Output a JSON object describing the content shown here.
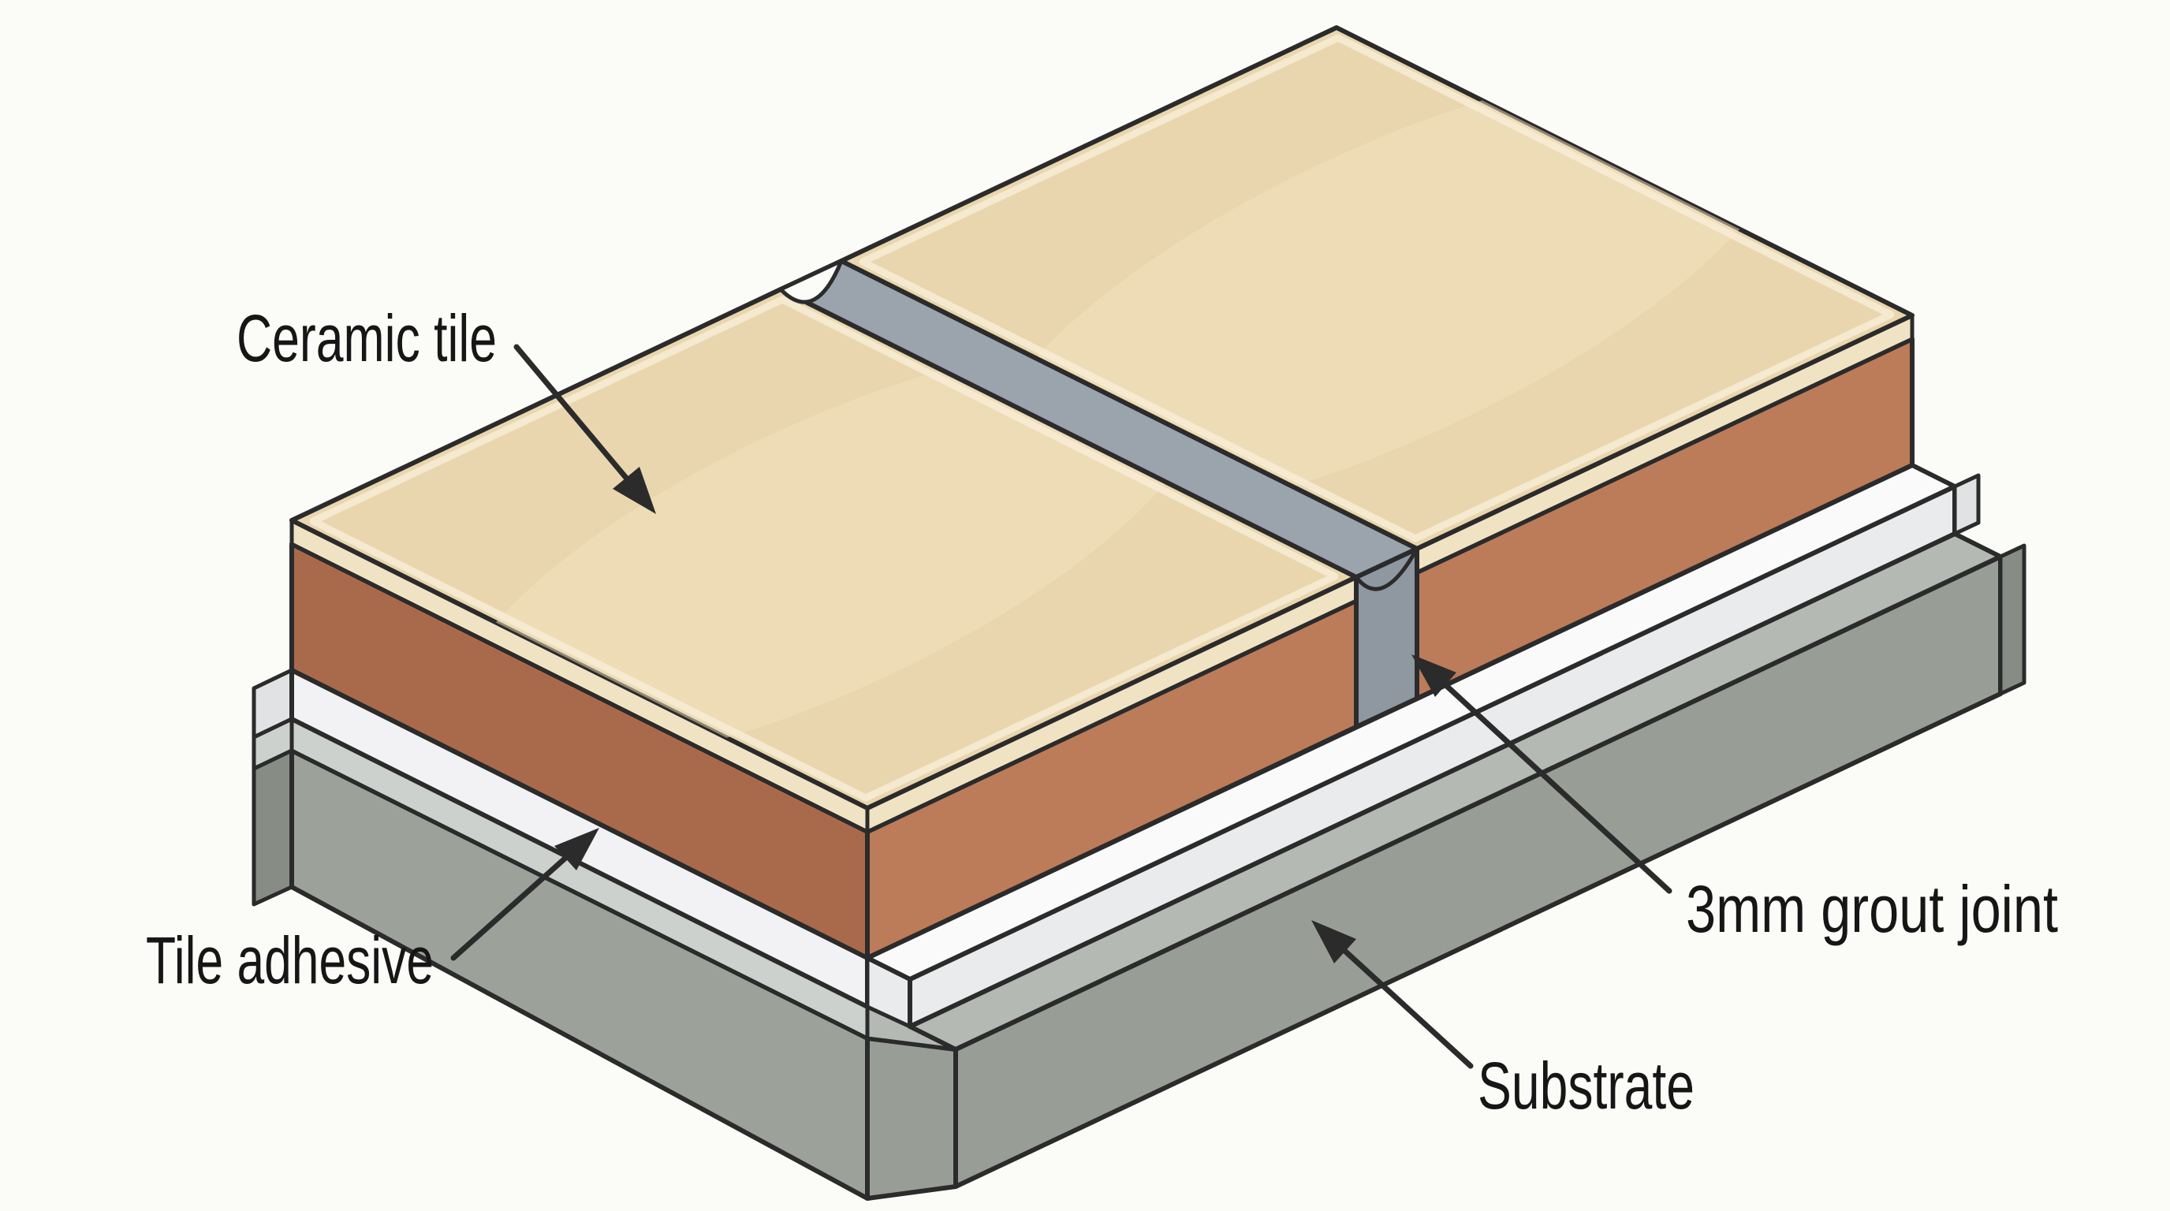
{
  "page": {
    "background_color": "#fbfbf8"
  },
  "diagram": {
    "kind": "isometric tile installation cutaway",
    "labels": {
      "ceramic_tile": "Ceramic tile",
      "tile_adhesive": "Tile adhesive",
      "grout_joint": "3mm grout joint",
      "substrate": "Substrate"
    },
    "colors": {
      "background": "#fbfbf8",
      "outline": "#2b2b2b",
      "label_text": "#161616",
      "tile_top": "#e9d6ae",
      "tile_sheen": "#f1e2bd",
      "tile_highlight": "#f7edd5",
      "tile_glaze_edge": "#f0e3c4",
      "tile_body_left": "#a96a4c",
      "tile_body_right": "#bc7b59",
      "grout_top": "#9ba3ad",
      "grout_face": "#8f97a1",
      "adhesive_top": "#fafafa",
      "adhesive_face_left": "#f2f2f4",
      "adhesive_face_right": "#e9ebed",
      "adhesive_cap": "#e0e2e4",
      "substrate_sliver_left": "#cdd1cd",
      "substrate_strip_right": "#b4b9b3",
      "substrate_face_left": "#9ca29a",
      "substrate_face_right": "#989e96",
      "substrate_cap": "#878d85"
    }
  }
}
